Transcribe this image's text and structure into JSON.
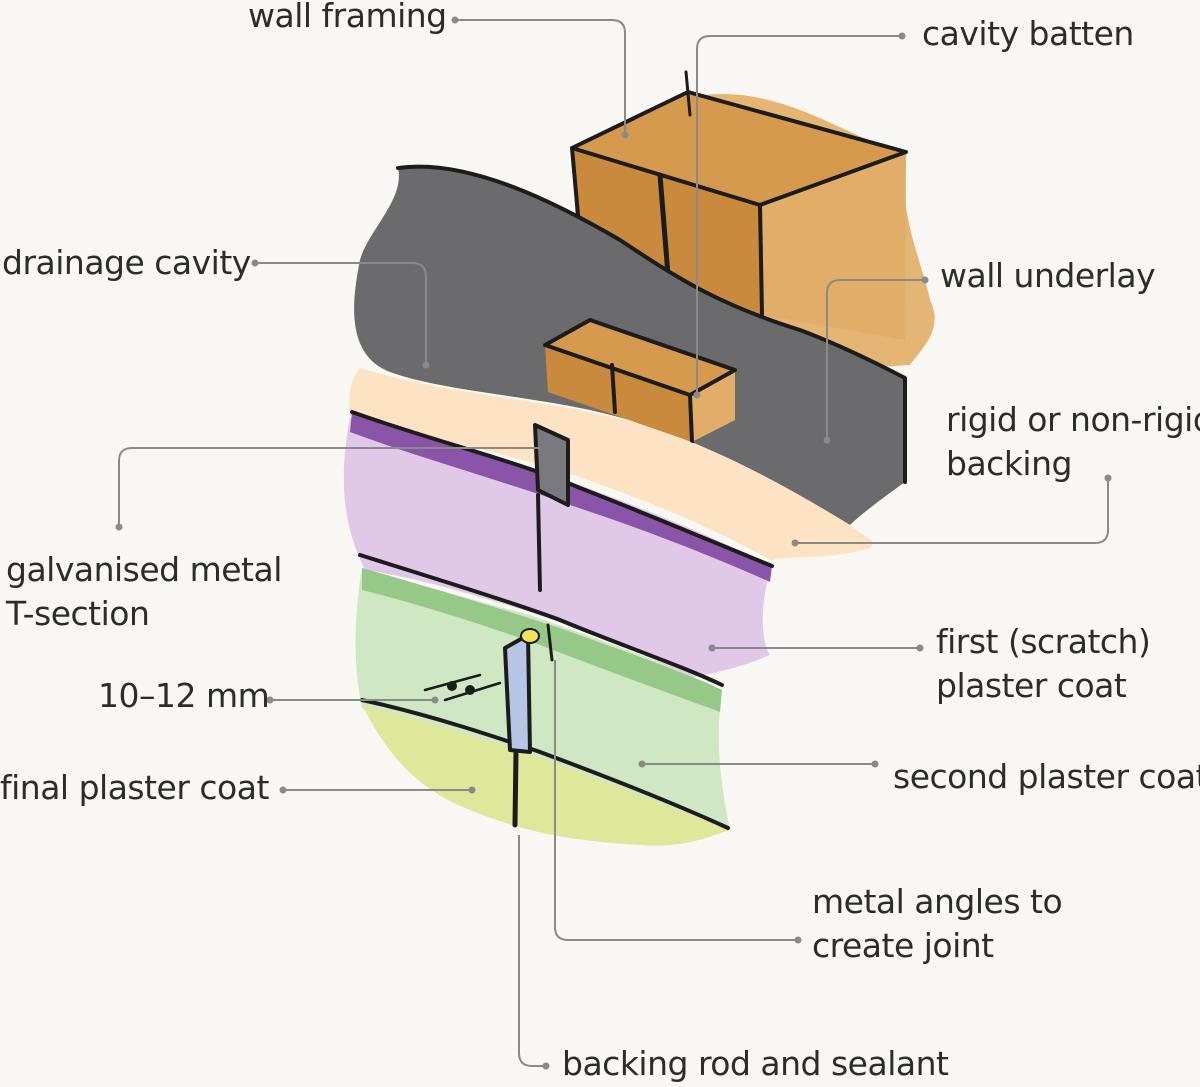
{
  "labels": {
    "wall_framing": "wall framing",
    "cavity_batten": "cavity batten",
    "drainage_cavity": "drainage cavity",
    "wall_underlay": "wall underlay",
    "rigid_backing_line1": "rigid or non-rigid",
    "rigid_backing_line2": "backing",
    "galvanised_line1": "galvanised metal",
    "galvanised_line2": "T-section",
    "first_coat_line1": "first (scratch)",
    "first_coat_line2": "plaster coat",
    "gap": "10–12 mm",
    "final_coat": "final plaster coat",
    "second_coat": "second plaster coat",
    "metal_angles_line1": "metal angles to",
    "metal_angles_line2": "create joint",
    "backing_rod": "backing rod and sealant"
  },
  "colors": {
    "background": "#f8f7f3",
    "wall_framing": "#e5b574",
    "timber_dark": "#c98a3e",
    "wall_underlay": "#6b6b6d",
    "rigid_backing": "#fde3c3",
    "scratch_coat": "#e2c8e8",
    "scratch_edge": "#8a55a8",
    "second_coat": "#cfe7c3",
    "second_edge": "#96c888",
    "final_coat": "#dfe89a",
    "rod": "#b7c6e6",
    "leader": "#8a8a8a",
    "outline": "#1c1c1c"
  }
}
